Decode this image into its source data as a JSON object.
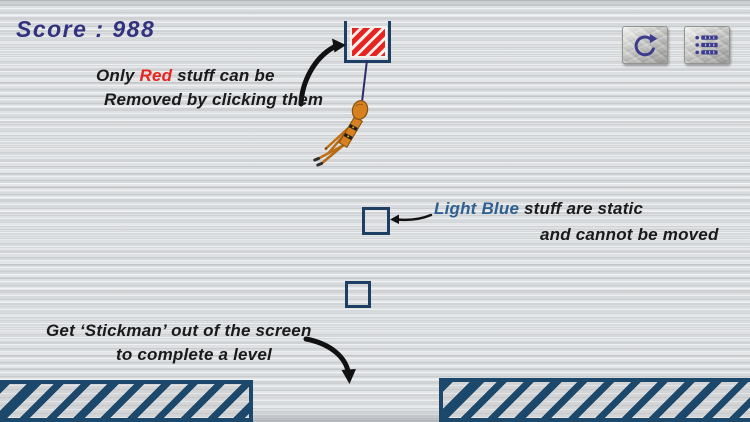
{
  "app": {
    "name": "stickman-physics-puzzle-tutorial",
    "screen": "tutorial-level"
  },
  "colors": {
    "score_text": "#32327e",
    "ink": "#1a1a1a",
    "highlight_red": "#e62520",
    "highlight_blue": "#2d6090",
    "object_outline": "#1c3f63",
    "platform_navy": "#1c486c",
    "stickman_orange": "#d6801f",
    "button_icon_indigo": "#3c3c8c",
    "background_metal": "#d7d9db"
  },
  "hud": {
    "score_label": "Score",
    "score_separator": ":",
    "score_value": "988"
  },
  "toolbar": {
    "restart_button_icon": "restart-circular-arrow-icon",
    "levels_button_icon": "menu-list-icon"
  },
  "tutorial": {
    "red_note": {
      "line1_prefix": "Only ",
      "line1_highlight": "Red",
      "line1_suffix": " stuff can be",
      "line2": "Removed by clicking them"
    },
    "blue_note": {
      "line1_highlight": "Light Blue",
      "line1_suffix": " stuff are static",
      "line2": "and cannot be moved"
    },
    "goal_note": {
      "line1": "Get ‘Stickman’ out of the screen",
      "line2": "to complete a level"
    }
  },
  "entities": {
    "red_box": "removable-red-hatched-box-in-holder",
    "rope": "rope-from-red-box-to-stickman",
    "stickman": "stickman-hanging-from-rope",
    "static_squares": [
      "light-blue-static-square",
      "light-blue-static-square"
    ],
    "platforms": [
      "hatched-ground-platform-left",
      "hatched-ground-platform-right"
    ],
    "gap": "exit-gap-between-platforms"
  }
}
